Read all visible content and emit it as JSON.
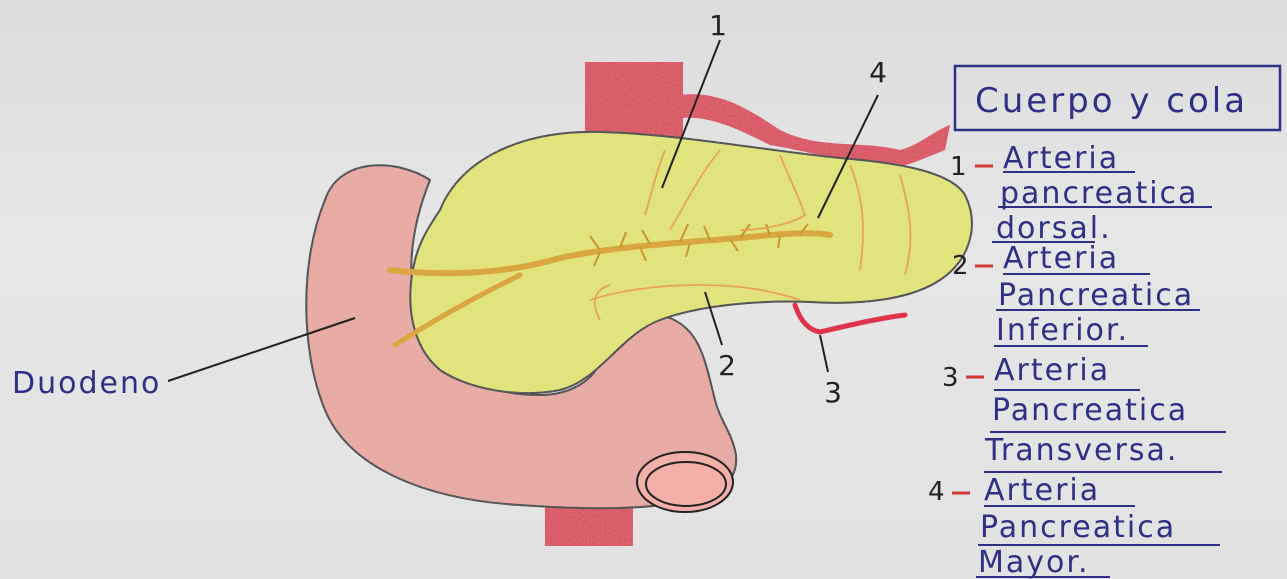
{
  "title": "Cuerpo y cola",
  "duodenum_label": "Duodeno",
  "callout_numbers": [
    "1",
    "2",
    "3",
    "4"
  ],
  "legend": [
    {
      "number": "1",
      "lines": [
        "Arteria",
        "pancreatica",
        "dorsal."
      ]
    },
    {
      "number": "2",
      "lines": [
        "Arteria",
        "Pancreatica",
        "Inferior."
      ]
    },
    {
      "number": "3",
      "lines": [
        "Arteria",
        "Pancreatica",
        "Transversa."
      ]
    },
    {
      "number": "4",
      "lines": [
        "Arteria",
        "Pancreatica",
        "Mayor."
      ]
    }
  ],
  "colors": {
    "ink": "#2f2f86",
    "pancreas": "#e8ea6a",
    "duodenum": "#f0a7a0",
    "artery": "#e0344e",
    "duct": "#d9a640",
    "dash": "#d23a3a"
  }
}
